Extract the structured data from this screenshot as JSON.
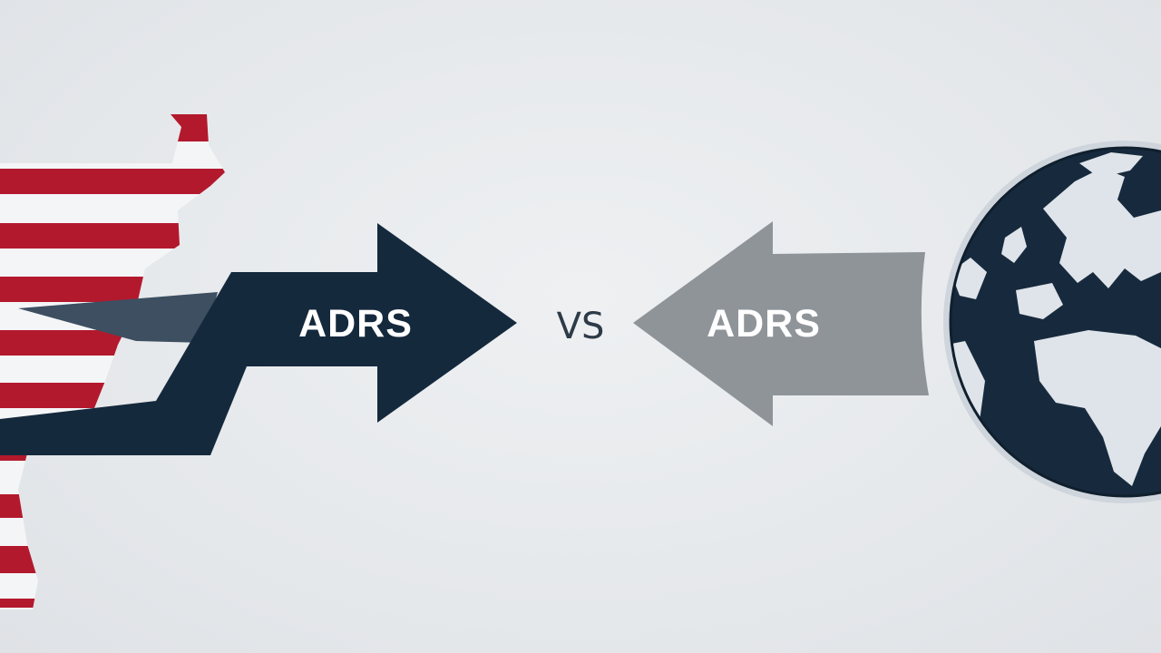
{
  "left_arrow": {
    "label": "ADRS",
    "color": "#15293d",
    "text_color": "#ffffff"
  },
  "divider": {
    "label": "VS",
    "color": "#2d3a47"
  },
  "right_arrow": {
    "label": "ADRS",
    "color": "#8f9499",
    "text_color": "#ffffff"
  },
  "flag": {
    "icon": "us-flag-map-icon",
    "stripe_color": "#b3192d",
    "white_color": "#f4f5f7"
  },
  "globe": {
    "icon": "globe-icon",
    "ocean_color": "#172a3d",
    "land_color": "#dfe4ea"
  }
}
